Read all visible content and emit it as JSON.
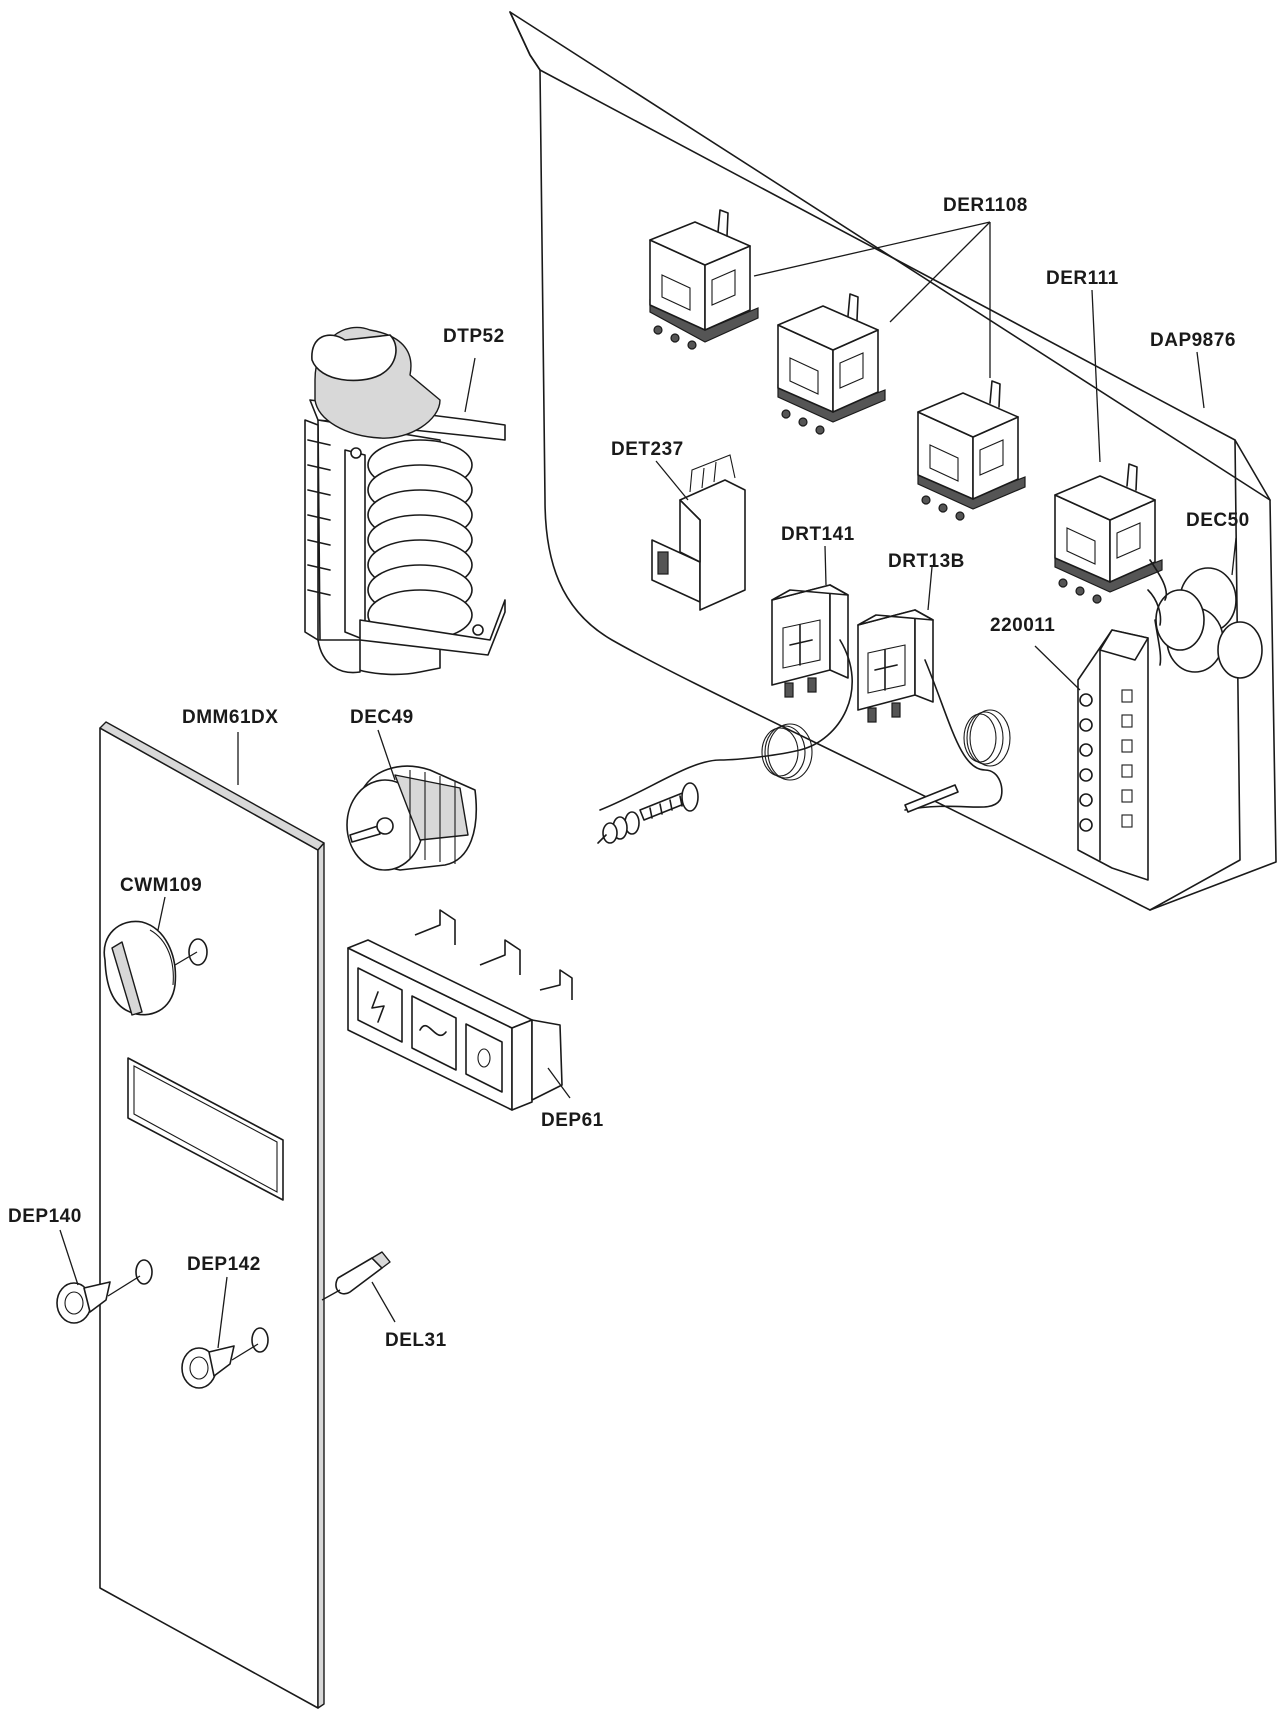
{
  "diagram": {
    "labels": {
      "der1108": "DER1108",
      "der111": "DER111",
      "dap9876": "DAP9876",
      "dtp52": "DTP52",
      "det237": "DET237",
      "drt141": "DRT141",
      "drt13b": "DRT13B",
      "dec50": "DEC50",
      "t220011": "220011",
      "dmm61dx": "DMM61DX",
      "dec49": "DEC49",
      "cwm109": "CWM109",
      "dep61": "DEP61",
      "dep140": "DEP140",
      "dep142": "DEP142",
      "del31": "DEL31"
    }
  }
}
